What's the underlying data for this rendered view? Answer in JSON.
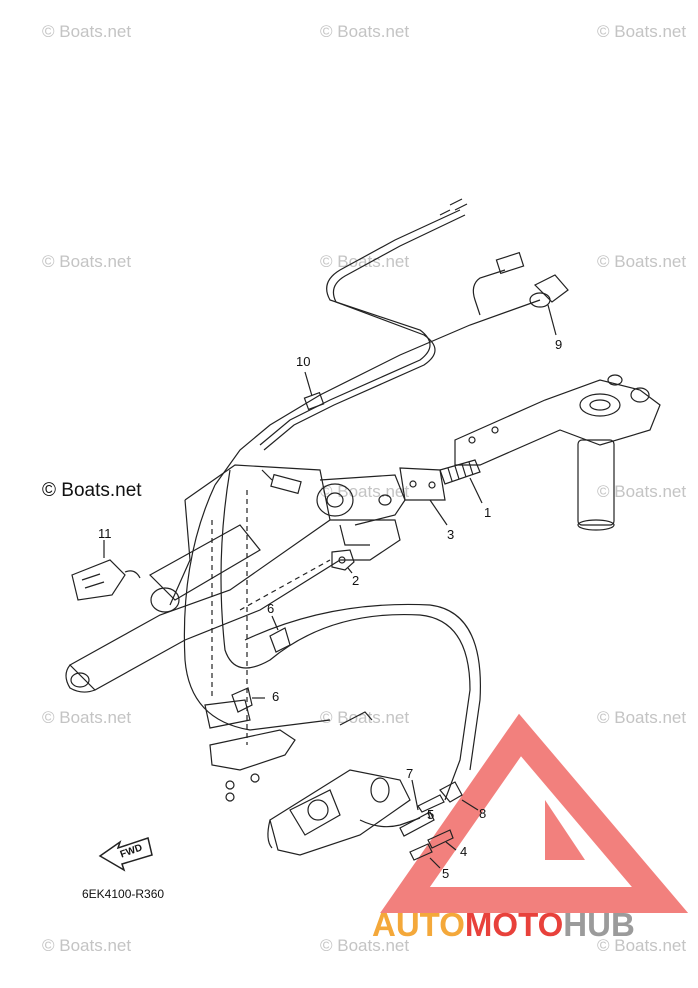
{
  "watermark": {
    "text": "© Boats.net"
  },
  "copyright": "© Boats.net",
  "drawing_code": "6EK4100-R360",
  "fwd_label": "FWD",
  "brand": {
    "part1": "AUTO",
    "part2": "MOTO",
    "part3": "HUB",
    "colors": {
      "orange": "#f4a83a",
      "red": "#e8413b",
      "gray": "#9b9b9b"
    }
  },
  "callouts": [
    "1",
    "2",
    "3",
    "4",
    "5",
    "5",
    "6",
    "6",
    "7",
    "8",
    "9",
    "10",
    "11"
  ]
}
